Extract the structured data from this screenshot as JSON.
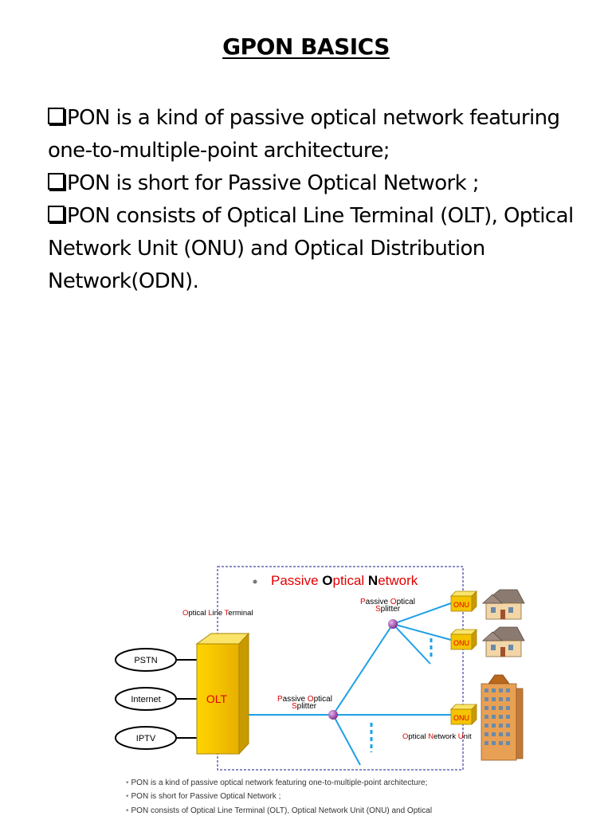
{
  "page": {
    "title": "GPON BASICS",
    "bullets": [
      {
        "text": "PON is a kind of passive optical network featuring one-to-multiple-point architecture;"
      },
      {
        "text": "PON is short for Passive Optical Network ;"
      },
      {
        "text": "PON consists of Optical Line Terminal (OLT), Optical Network Unit (ONU) and Optical Distribution Network(ODN)."
      }
    ]
  },
  "diagram": {
    "heading_bullet": "•",
    "heading_parts": [
      "Passive ",
      "O",
      "ptical ",
      "N",
      "etwork"
    ],
    "olt_label_parts": [
      "O",
      "ptical ",
      "L",
      "ine ",
      "T",
      "erminal"
    ],
    "splitter_top_line1_parts": [
      "P",
      "assive ",
      "O",
      "ptical"
    ],
    "splitter_top_line2_parts": [
      "S",
      "plitter"
    ],
    "splitter_mid_line1_parts": [
      "P",
      "assive ",
      "O",
      "ptical"
    ],
    "splitter_mid_line2_parts": [
      "S",
      "plitter"
    ],
    "onu_label_parts": [
      "O",
      "ptical ",
      "N",
      "etwork ",
      "U",
      "nit"
    ],
    "services": [
      "PSTN",
      "Internet",
      "IPTV"
    ],
    "olt_box": "OLT",
    "onu_box": "ONU",
    "colors": {
      "red": "#e00000",
      "blue": "#1ea0e6",
      "olt_fill": "#f5c400",
      "border_dashed": "#1a1a8c"
    }
  },
  "footnotes": [
    "PON is a kind of passive optical network featuring one-to-multiple-point architecture;",
    "PON is short for Passive Optical Network ;",
    "PON consists of Optical Line Terminal (OLT), Optical Network Unit (ONU) and Optical"
  ]
}
